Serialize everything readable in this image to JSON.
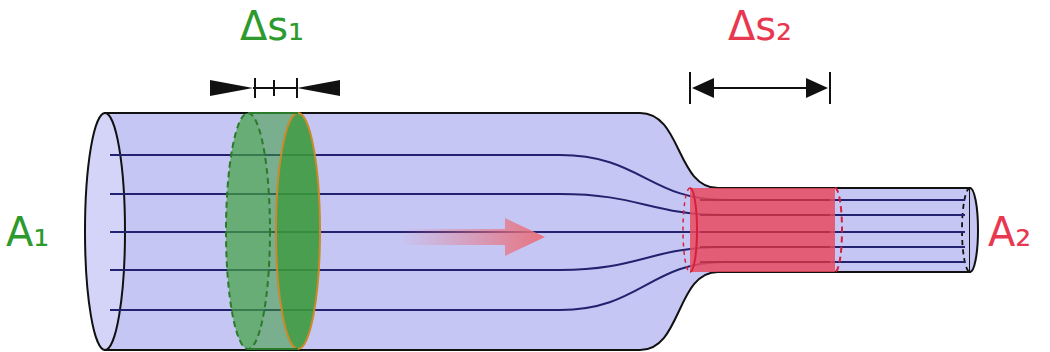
{
  "diagram": {
    "labels": [
      "Δs₁",
      "Δs₂",
      "A₁",
      "A₂"
    ]
  }
}
